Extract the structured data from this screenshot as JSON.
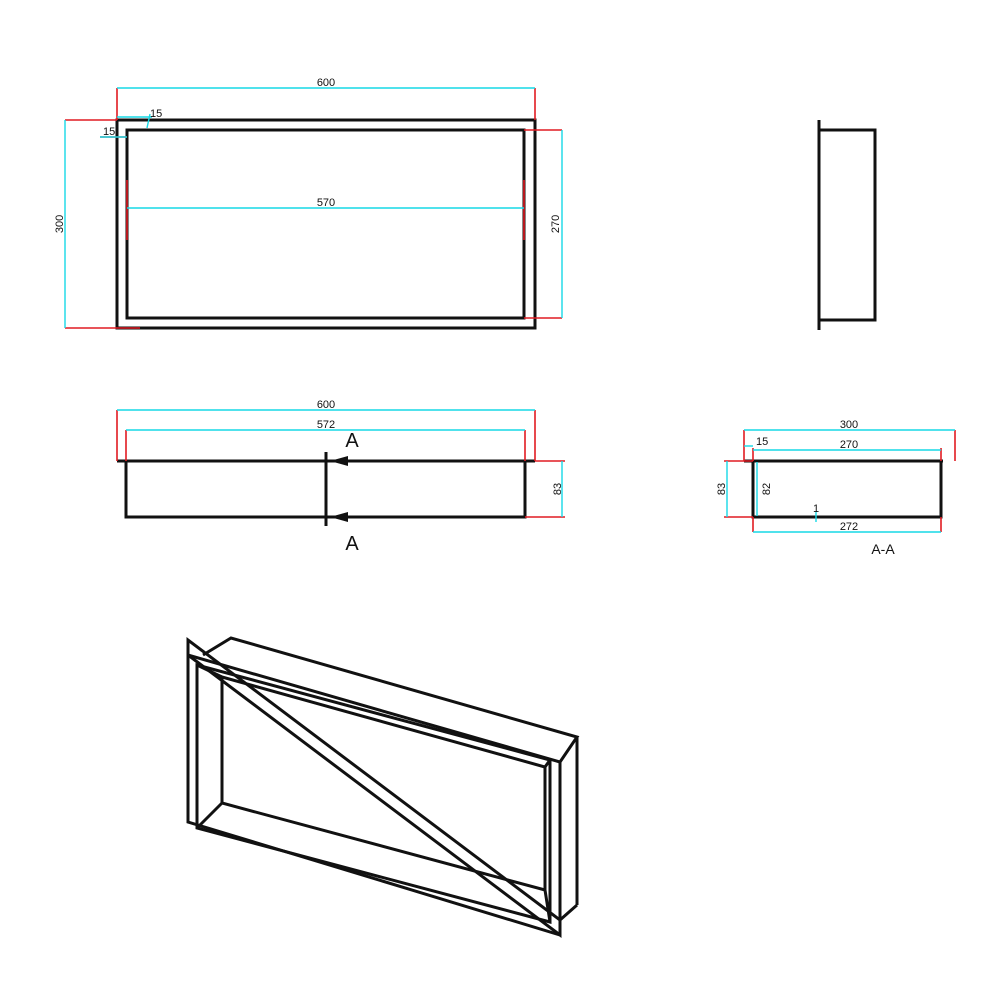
{
  "colors": {
    "outline": "#111111",
    "dimension_line": "#17d9e6",
    "extension_line": "#e11b22",
    "background": "#ffffff"
  },
  "front_view": {
    "width_label": "600",
    "inner_width_label": "570",
    "frame_top_label": "15",
    "frame_left_label": "15",
    "height_label": "300",
    "inner_height_label": "270"
  },
  "top_view": {
    "width_label": "600",
    "inner_width_label": "572",
    "depth_label": "83",
    "section_marker_top": "A",
    "section_marker_bottom": "A"
  },
  "section_view": {
    "width_label": "300",
    "inner_width_label": "270",
    "frame_label": "15",
    "depth_label": "83",
    "inner_depth_label": "82",
    "bottom_width_label": "272",
    "thickness_label": "1",
    "title": "A-A"
  }
}
